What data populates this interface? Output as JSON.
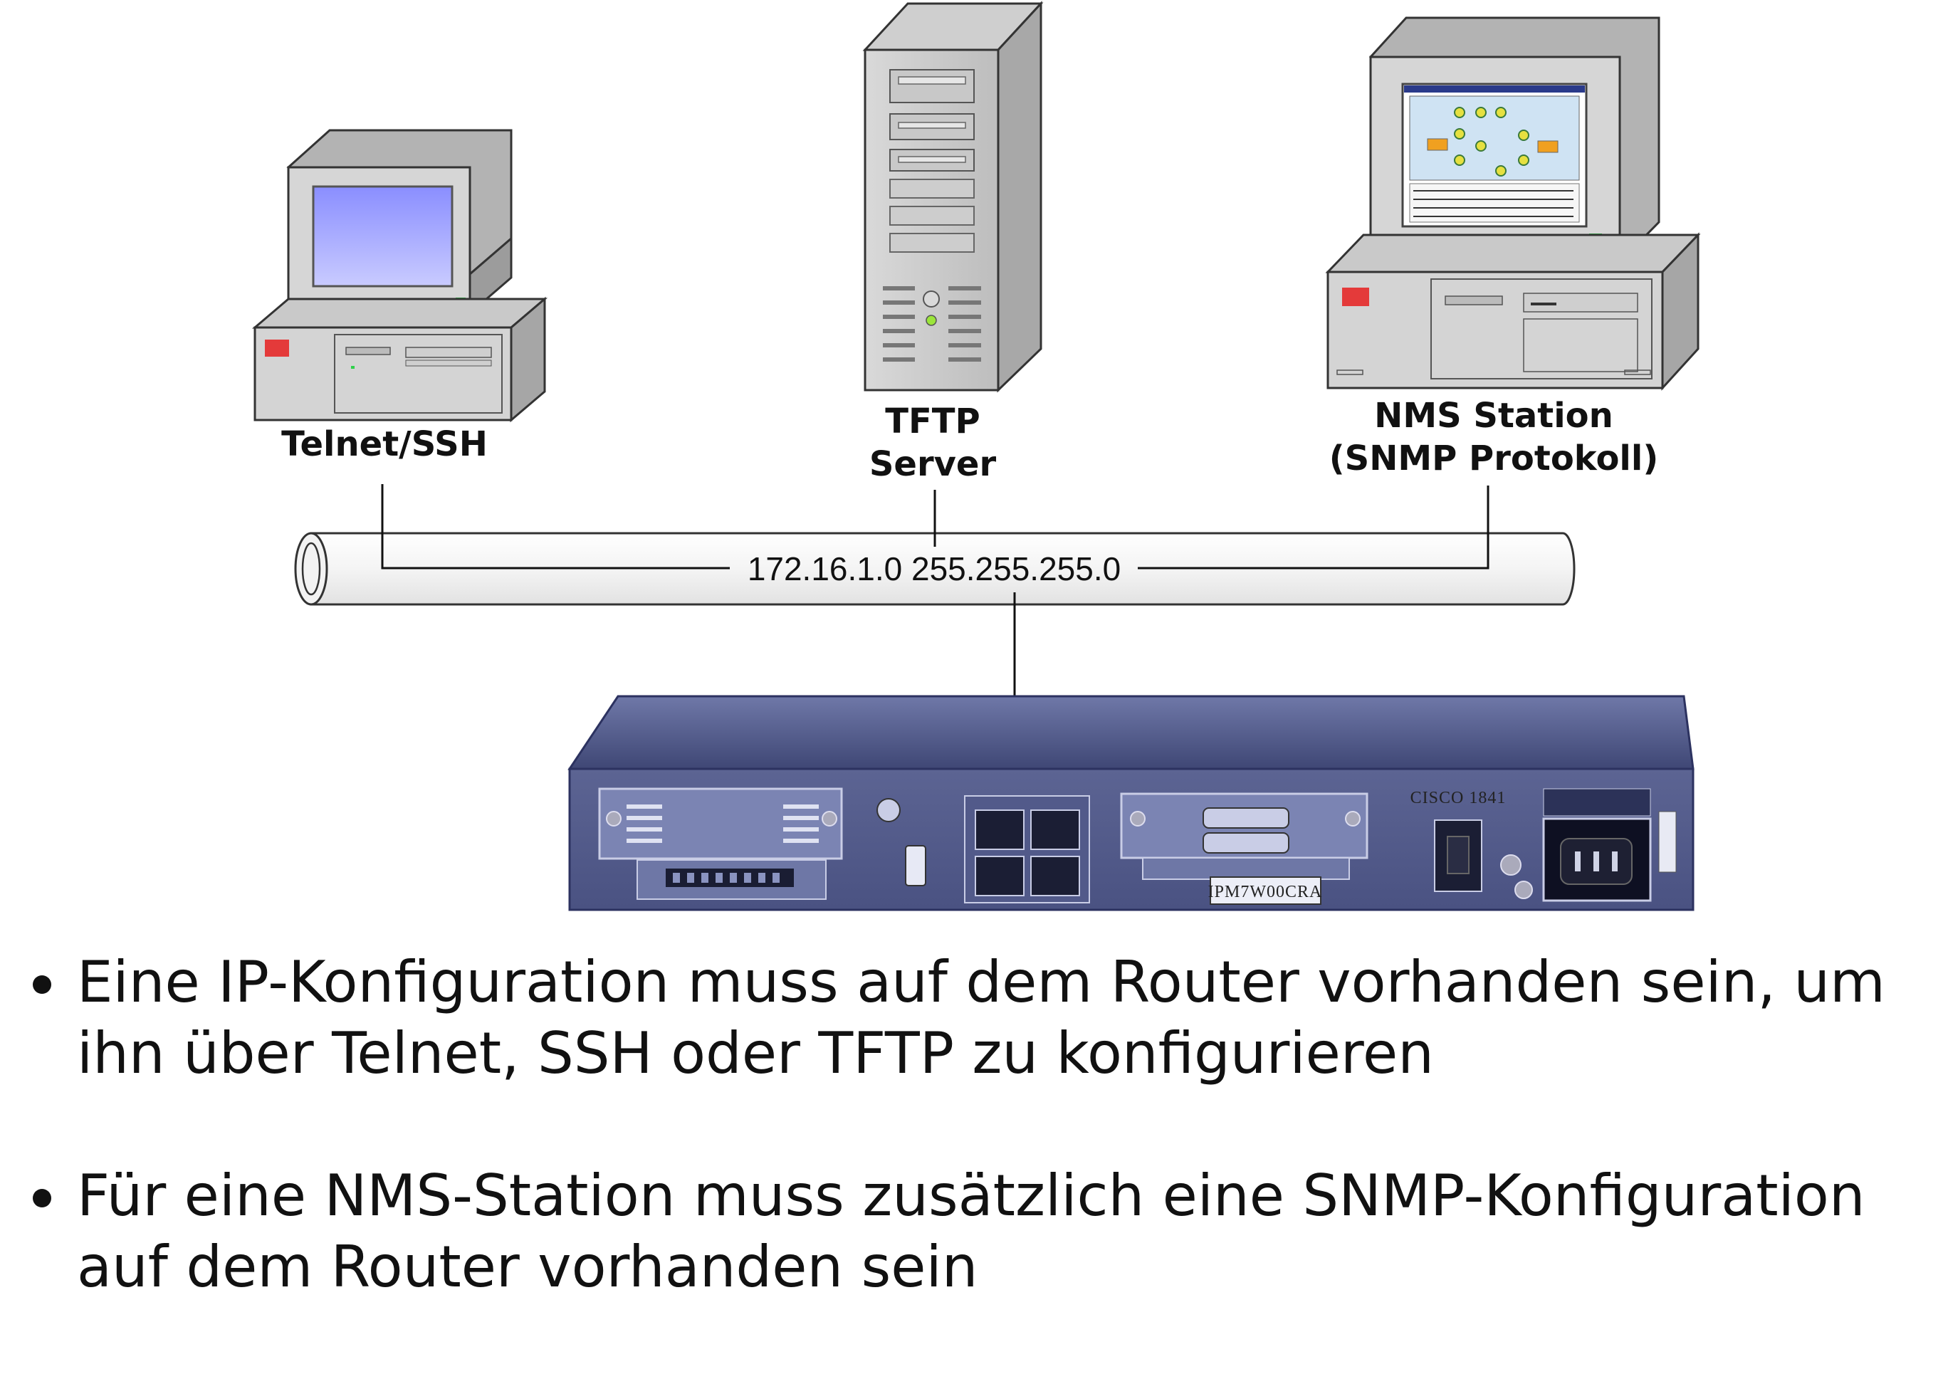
{
  "diagram": {
    "nodes": {
      "telnet": {
        "label": "Telnet/SSH"
      },
      "tftp": {
        "label_line1": "TFTP",
        "label_line2": "Server"
      },
      "nms": {
        "label_line1": "NMS Station",
        "label_line2": "(SNMP Protokoll)"
      }
    },
    "network": {
      "label": "172.16.1.0 255.255.255.0"
    },
    "router": {
      "brand": "CISCO 1841",
      "sticker": "IPM7W00CRA"
    }
  },
  "bullets": [
    {
      "text": "Eine IP-Konfiguration muss auf dem Router vorhanden sein, um ihn über Telnet, SSH oder TFTP zu konfigurieren"
    },
    {
      "text": "Für eine NMS-Station muss zusätzlich eine SNMP-Konfiguration auf dem Router vorhanden sein"
    }
  ]
}
